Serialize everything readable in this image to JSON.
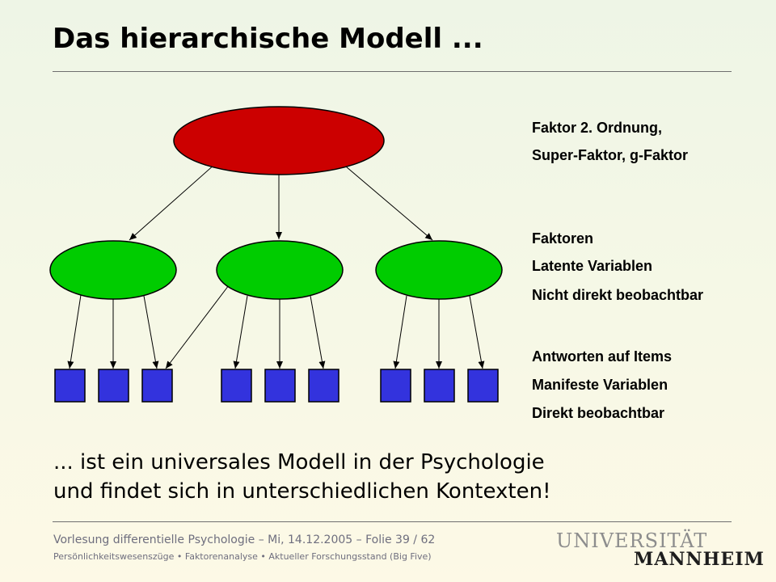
{
  "slide": {
    "title": "Das hierarchische Modell ..."
  },
  "diagram": {
    "super_factor": {
      "label_lines": [
        "Faktor 2. Ordnung,",
        "Super-Faktor, g-Faktor"
      ]
    },
    "factors": {
      "label_lines": [
        "Faktoren",
        "Latente Variablen",
        "Nicht direkt beobachtbar"
      ]
    },
    "items": {
      "label_lines": [
        "Antworten auf Items",
        "Manifeste Variablen",
        "Direkt beobachtbar"
      ]
    },
    "colors": {
      "super_factor": "#cc0000",
      "factor": "#00cc00",
      "item": "#3333dd"
    }
  },
  "summary": {
    "line1": "... ist ein universales Modell in der Psychologie",
    "line2": "und findet sich in unterschiedlichen Kontexten!"
  },
  "footer": {
    "line1": "Vorlesung differentielle Psychologie – Mi, 14.12.2005 – Folie 39 / 62",
    "line2": "Persönlichkeitswesenszüge • Faktorenanalyse • Aktueller Forschungsstand (Big Five)"
  },
  "logo": {
    "top": "UNIVERSITÄT",
    "bottom": "MANNHEIM"
  }
}
